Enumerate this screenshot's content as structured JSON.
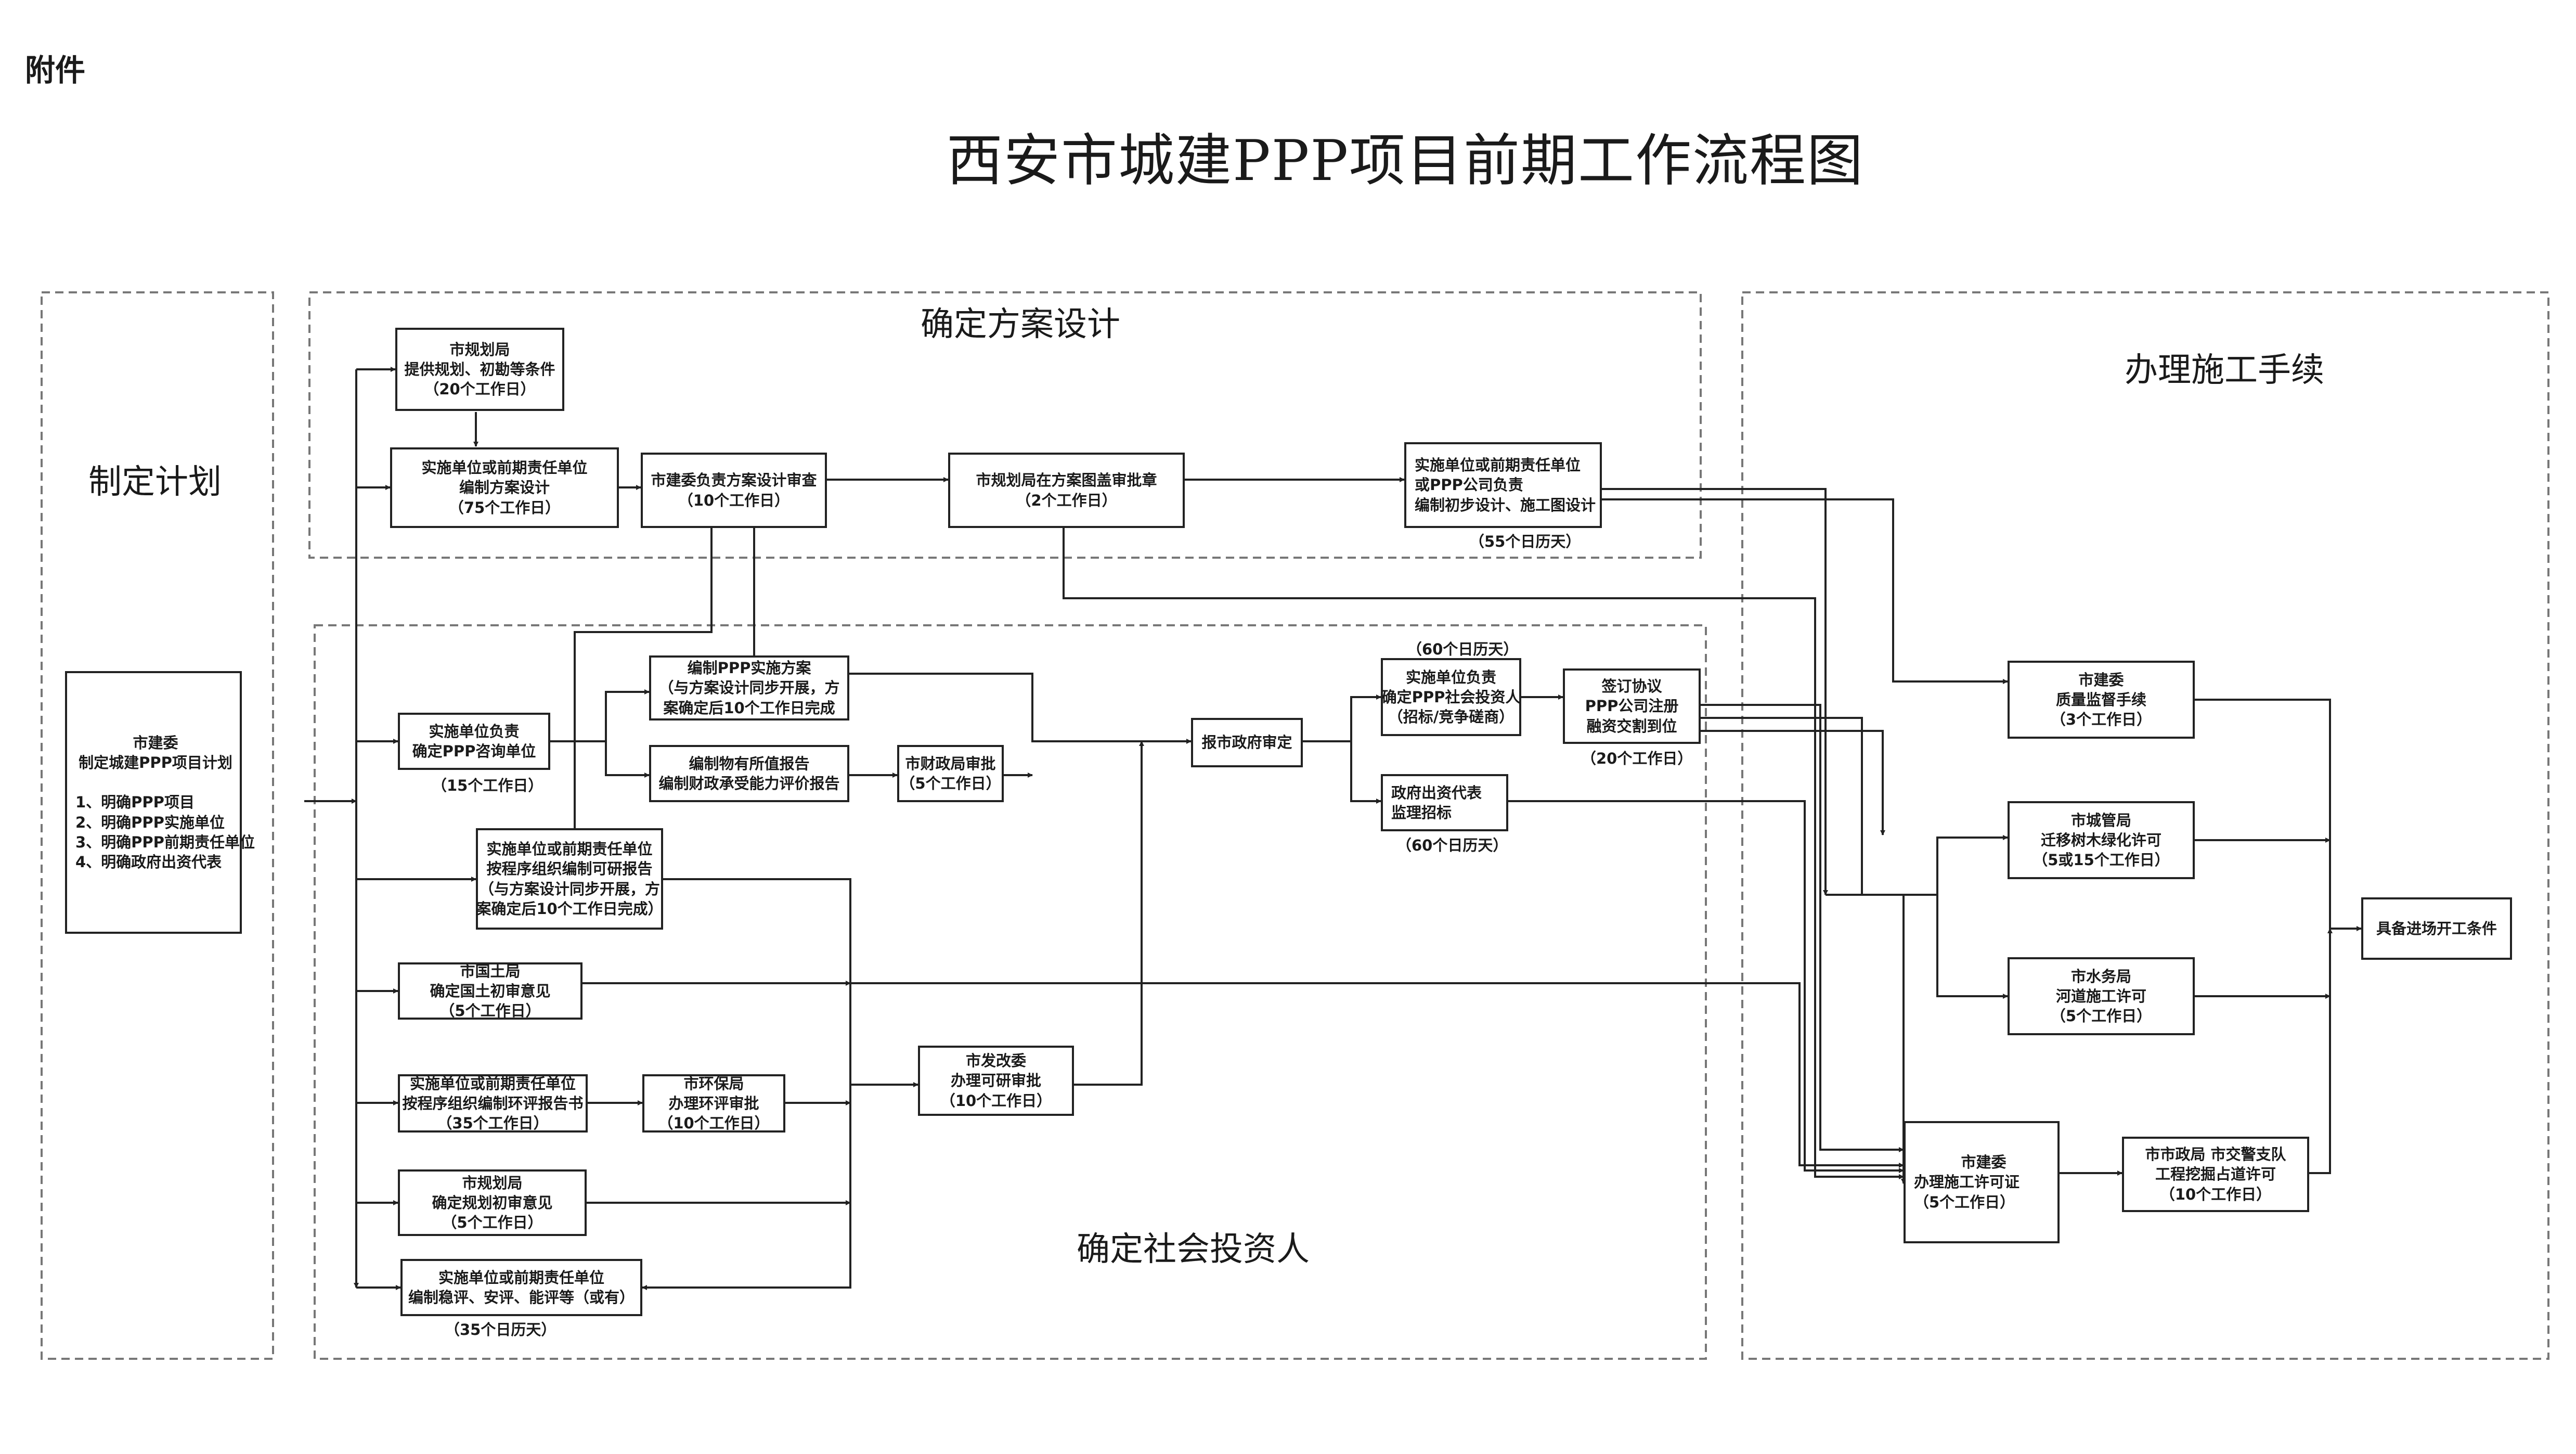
{
  "attachment_label": "附件",
  "title": "西安市城建PPP项目前期工作流程图",
  "zones": {
    "plan": "制定计划",
    "design": "确定方案设计",
    "construction": "办理施工手续",
    "investor": "确定社会投资人"
  },
  "boxes": {
    "plan_main": [
      "市建委",
      "制定城建PPP项目计划",
      "",
      "1、明确PPP项目",
      "2、明确PPP实施单位",
      "3、明确PPP前期责任单位",
      "4、明确政府出资代表"
    ],
    "planning_conditions": [
      "市规划局",
      "提供规划、初勘等条件",
      "（20个工作日）"
    ],
    "scheme_design": [
      "实施单位或前期责任单位",
      "编制方案设计",
      "（75个工作日）"
    ],
    "scheme_review": [
      "市建委负责方案设计审查",
      "（10个工作日）"
    ],
    "scheme_approval": [
      "市规划局在方案图盖审批章",
      "（2个工作日）"
    ],
    "construction_design": [
      "实施单位或前期责任单位",
      "或PPP公司负责",
      "编制初步设计、施工图设计"
    ],
    "ppp_consultant": [
      "实施单位负责",
      "确定PPP咨询单位"
    ],
    "ppp_plan": [
      "编制PPP实施方案",
      "（与方案设计同步开展，方",
      "案确定后10个工作日完成"
    ],
    "value_report": [
      "编制物有所值报告",
      "编制财政承受能力评价报告"
    ],
    "finance_review": [
      "市财政局审批",
      "（5个工作日）"
    ],
    "gov_review": [
      "报市政府审定"
    ],
    "select_investor": [
      "实施单位负责",
      "确定PPP社会投资人",
      "（招标/竞争磋商）"
    ],
    "sign_agreement": [
      "签订协议",
      "PPP公司注册",
      "融资交割到位"
    ],
    "gov_capital": [
      "政府出资代表",
      "监理招标"
    ],
    "feasibility": [
      "实施单位或前期责任单位",
      "按程序组织编制可研报告",
      "（与方案设计同步开展，方",
      "案确定后10个工作日完成）"
    ],
    "land_opinion": [
      "市国土局",
      "确定国土初审意见",
      "（5个工作日）"
    ],
    "eia_report": [
      "实施单位或前期责任单位",
      "按程序组织编制环评报告书",
      "（35个工作日）"
    ],
    "eia_approval": [
      "市环保局",
      "办理环评审批",
      "（10个工作日）"
    ],
    "ndrc_approval": [
      "市发改委",
      "办理可研审批",
      "（10个工作日）"
    ],
    "planning_opinion": [
      "市规划局",
      "确定规划初审意见",
      "（5个工作日）"
    ],
    "stability": [
      "实施单位或前期责任单位",
      "编制稳评、安评、能评等（或有）"
    ],
    "quality_supervision": [
      "市建委",
      "质量监督手续",
      "（3个工作日）"
    ],
    "tree_permit": [
      "市城管局",
      "迁移树木绿化许可",
      "（5或15个工作日）"
    ],
    "river_permit": [
      "市水务局",
      "河道施工许可",
      "（5个工作日）"
    ],
    "construction_permit": [
      "市建委",
      "办理施工许可证",
      "（5个工作日）"
    ],
    "road_permit": [
      "市市政局  市交警支队",
      "工程挖掘占道许可",
      "（10个工作日）"
    ],
    "ready": [
      "具备进场开工条件"
    ]
  },
  "notes": {
    "construction_design_days": "（55个日历天）",
    "ppp_consultant_days": "（15个工作日）",
    "select_investor_top": "（60个日历天）",
    "sign_agreement_days": "（20个工作日）",
    "gov_capital_days": "（60个日历天）",
    "stability_days": "（35个日历天）"
  }
}
